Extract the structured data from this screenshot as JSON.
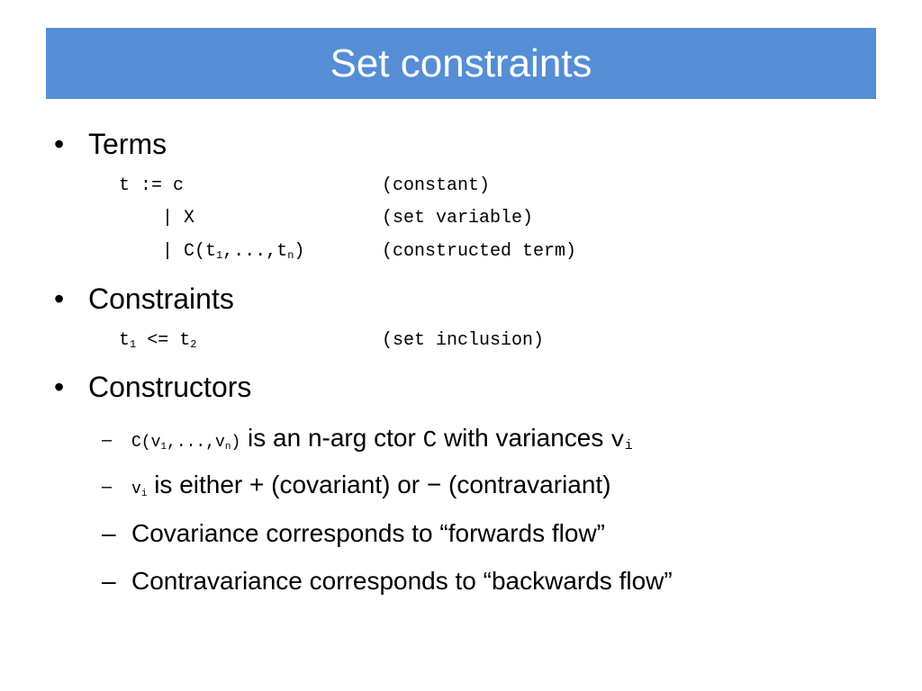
{
  "title": "Set constraints",
  "colors": {
    "title_bar": "#558ed5",
    "title_text": "#ffffff",
    "body_text": "#000000"
  },
  "bullets": {
    "marker": "•",
    "terms": "Terms",
    "constraints": "Constraints",
    "constructors": "Constructors"
  },
  "terms_grammar": {
    "line1": {
      "code": "t := c",
      "comment": "(constant)"
    },
    "line2": {
      "code": "| X",
      "comment": "(set variable)"
    },
    "line3": {
      "prefix": "| C(t",
      "sub1": "1",
      "mid": ",...,t",
      "sub2": "n",
      "suffix": ")",
      "comment": "(constructed term)"
    }
  },
  "constraints_grammar": {
    "part1": "t",
    "sub1": "1",
    "part2": " <= t",
    "sub2": "2",
    "comment": "(set inclusion)"
  },
  "constructors_items": {
    "dash": "–",
    "item1": {
      "code_prefix": "C(v",
      "sub1": "1",
      "code_mid": ",...,v",
      "sub2": "n",
      "code_suffix": ")",
      "text1": " is an n-arg ctor ",
      "ctor": "C",
      "text2": " with variances ",
      "var": "v",
      "var_sub": "i"
    },
    "item2": {
      "var": "v",
      "var_sub": "i",
      "text1": " is either ",
      "plus": "+",
      "text2": " (covariant) or ",
      "minus": "−",
      "text3": " (contravariant)"
    },
    "item3": {
      "text": "Covariance corresponds to “forwards flow”"
    },
    "item4": {
      "text": "Contravariance corresponds to “backwards flow”"
    }
  }
}
